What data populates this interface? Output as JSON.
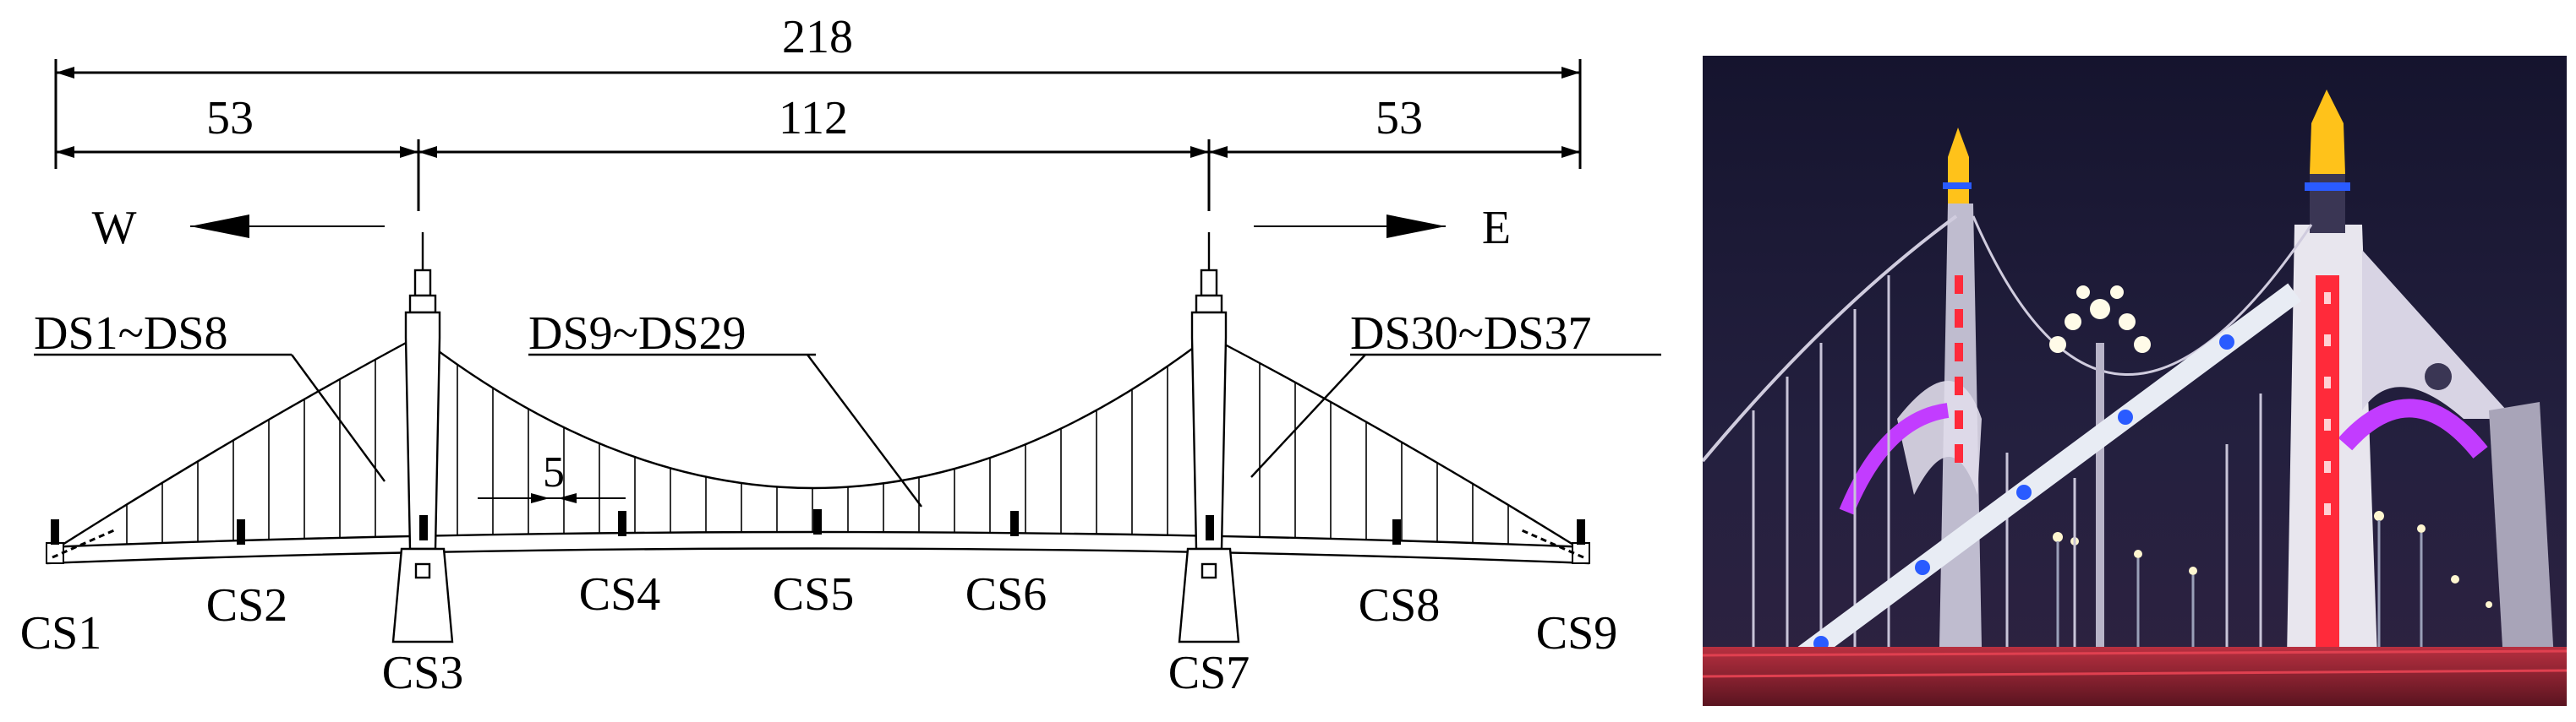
{
  "dimensions": {
    "total": "218",
    "left_span": "53",
    "main_span": "112",
    "right_span": "53",
    "hanger_spacing": "5"
  },
  "directions": {
    "west": "W",
    "east": "E"
  },
  "hanger_groups": {
    "left": "DS1~DS8",
    "main": "DS9~DS29",
    "right": "DS30~DS37"
  },
  "sections": [
    "CS1",
    "CS2",
    "CS3",
    "CS4",
    "CS5",
    "CS6",
    "CS7",
    "CS8",
    "CS9"
  ],
  "colors": {
    "ink": "#000000",
    "night_sky": "#1e1b3d",
    "red_light": "#ff2a3a",
    "magenta_light": "#c23cff",
    "blue_light": "#2a5bff",
    "gold_light": "#ffc21a",
    "pylon_white": "#e8e6ee"
  }
}
